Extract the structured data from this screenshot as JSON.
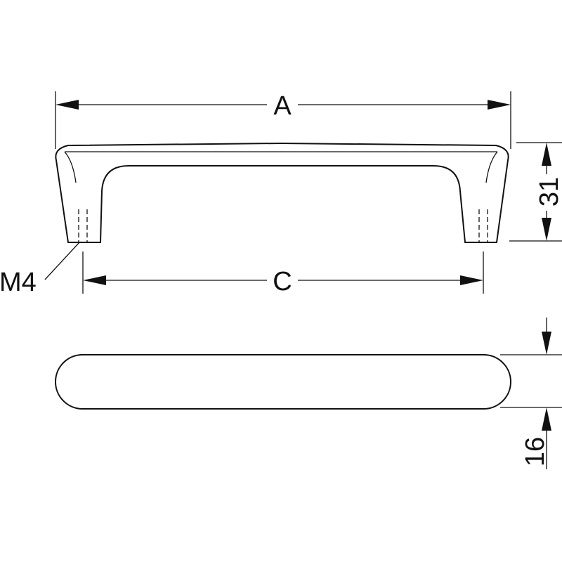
{
  "labels": {
    "overall_length": "A",
    "hole_spacing": "C",
    "height": "31",
    "thread": "M4",
    "width": "16"
  },
  "colors": {
    "ink": "#111111",
    "background": "#ffffff"
  }
}
